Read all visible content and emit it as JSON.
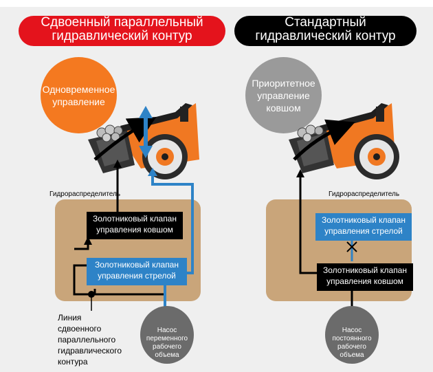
{
  "left": {
    "header_line1": "Сдвоенный параллельный",
    "header_line2": "гидравлический контур",
    "circle_line1": "Одновременное",
    "circle_line2": "управление",
    "distributor_label": "Гидрораспределитель",
    "valve_bucket_line1": "Золотниковый клапан",
    "valve_bucket_line2": "управления ковшом",
    "valve_boom_line1": "Золотниковый клапан",
    "valve_boom_line2": "управления стрелой",
    "pump_line1": "Насос",
    "pump_line2": "переменного",
    "pump_line3": "рабочего",
    "pump_line4": "объема",
    "line_label_1": "Линия",
    "line_label_2": "сдвоенного",
    "line_label_3": "параллельного",
    "line_label_4": "гидравлического",
    "line_label_5": "контура"
  },
  "right": {
    "header_line1": "Стандартный",
    "header_line2": "гидравлический контур",
    "circle_line1": "Приоритетное",
    "circle_line2": "управление",
    "circle_line3": "ковшом",
    "distributor_label": "Гидрораспределитель",
    "valve_boom_line1": "Золотниковый клапан",
    "valve_boom_line2": "управления стрелой",
    "valve_bucket_line1": "Золотниковый клапан",
    "valve_bucket_line2": "управления ковшом",
    "pump_line1": "Насос",
    "pump_line2": "постоянного",
    "pump_line3": "рабочего",
    "pump_line4": "объема"
  },
  "colors": {
    "red": "#e4131c",
    "orange": "#f47920",
    "gray": "#9a9a9a",
    "tan": "#c9a57a",
    "blue": "#2e83c7",
    "black": "#000000"
  }
}
